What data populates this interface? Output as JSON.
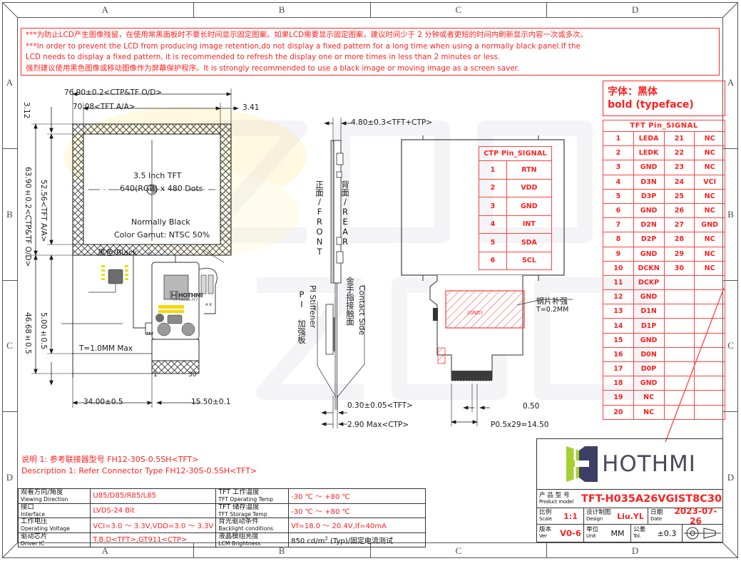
{
  "frame": {
    "zones_top": [
      "A",
      "B",
      "C",
      "D"
    ],
    "zones_bottom": [
      "A",
      "B",
      "C",
      "D"
    ],
    "zones_left": [
      "A",
      "B",
      "C",
      "D"
    ],
    "zones_right": [
      "A",
      "B",
      "C",
      "D"
    ]
  },
  "warning": {
    "line1_cn": "***为防止LCD产生图像残留，在使用常黑面板时不要长时间显示固定图案。如果LCD需要显示固定图案，建议时间少于 2 分钟或者更短的时间内刷新显示内容一次或多次。",
    "line2_en": "***In order to prevent the LCD from producing image retention,do not display a fixed pattern for a long time when using a normally black panel.If the",
    "line3_en": "  LCD needs to display a fixed pattern, it is recommended to refresh the display one or more times in less than 2 minutes or less.",
    "line4_mix": "强烈建议使用黑色图像或移动图像作为屏幕保护程序。It is strongly recommended to use a black image or moving image as a screen saver."
  },
  "font_note": {
    "line_cn": "字体：黑体",
    "line_en": "bold (typeface)"
  },
  "tft_pin_table": {
    "header": "TFT Pin_SIGNAL",
    "rows": [
      {
        "n1": "1",
        "s1": "LEDA",
        "n2": "21",
        "s2": "NC"
      },
      {
        "n1": "2",
        "s1": "LEDK",
        "n2": "22",
        "s2": "NC"
      },
      {
        "n1": "3",
        "s1": "GND",
        "n2": "23",
        "s2": "NC"
      },
      {
        "n1": "4",
        "s1": "D3N",
        "n2": "24",
        "s2": "VCI"
      },
      {
        "n1": "5",
        "s1": "D3P",
        "n2": "25",
        "s2": "NC"
      },
      {
        "n1": "6",
        "s1": "GND",
        "n2": "26",
        "s2": "NC"
      },
      {
        "n1": "7",
        "s1": "D2N",
        "n2": "27",
        "s2": "GND"
      },
      {
        "n1": "8",
        "s1": "D2P",
        "n2": "28",
        "s2": "NC"
      },
      {
        "n1": "9",
        "s1": "GND",
        "n2": "29",
        "s2": "NC"
      },
      {
        "n1": "10",
        "s1": "DCKN",
        "n2": "30",
        "s2": "NC"
      },
      {
        "n1": "11",
        "s1": "DCKP",
        "n2": "",
        "s2": ""
      },
      {
        "n1": "12",
        "s1": "GND",
        "n2": "",
        "s2": ""
      },
      {
        "n1": "13",
        "s1": "D1N",
        "n2": "",
        "s2": ""
      },
      {
        "n1": "14",
        "s1": "D1P",
        "n2": "",
        "s2": ""
      },
      {
        "n1": "15",
        "s1": "GND",
        "n2": "",
        "s2": ""
      },
      {
        "n1": "16",
        "s1": "D0N",
        "n2": "",
        "s2": ""
      },
      {
        "n1": "17",
        "s1": "D0P",
        "n2": "",
        "s2": ""
      },
      {
        "n1": "18",
        "s1": "GND",
        "n2": "",
        "s2": ""
      },
      {
        "n1": "19",
        "s1": "NC",
        "n2": "",
        "s2": ""
      },
      {
        "n1": "20",
        "s1": "NC",
        "n2": "",
        "s2": ""
      }
    ]
  },
  "ctp_pin_table": {
    "header": "CTP Pin_SIGNAL",
    "rows": [
      {
        "n": "1",
        "s": "RTN"
      },
      {
        "n": "2",
        "s": "VDD"
      },
      {
        "n": "3",
        "s": "GND"
      },
      {
        "n": "4",
        "s": "INT"
      },
      {
        "n": "5",
        "s": "SDA"
      },
      {
        "n": "6",
        "s": "SCL"
      }
    ]
  },
  "front_view": {
    "dim_width_od": "76.90±0.2<CTP&TF O/D>",
    "dim_width_aa": "70.08<TFT A/A>",
    "dim_right_off": "3.41",
    "dim_left_off": "3.12",
    "dim_height_od": "63.90±0.2<CTP&TF O/D>",
    "dim_height_aa": "52.56<TFT A/A>",
    "dim_h1": "46.68±0.5",
    "dim_h2": "5.00±0.5",
    "dim_b1": "34.00±0.5",
    "dim_b2": "15.50±0.1",
    "thickness_note": "T=1.0MM Max",
    "panel_line1": "3.5 Inch TFT",
    "panel_line2": "640(RGB) x 480 Dots",
    "panel_line3": "Normally Black",
    "panel_line4": "Color Gamut: NTSC 50%",
    "panel_line5": "黑色/Black",
    "fpc_pin_start": "1",
    "fpc_pin_end": "30",
    "pcb_logo": "HOTHMI",
    "pcb_sub": "CT PWCB8 AT7",
    "pcb_tft": "TFT",
    "pcb_ak": "A K"
  },
  "side_view": {
    "dim_total": "4.80±0.3<TFT+CTP>",
    "dim_tft": "0.30±0.05<TFT>",
    "dim_ctp": "2.90 Max<CTP>",
    "label_front": "正面/FRONT",
    "label_rear": "背面/REAR",
    "label_stiffener_cn": "PI 加强板",
    "label_stiffener_en": "PI Stiffener",
    "label_contact_cn": "金手指接触面",
    "label_contact_en": "Contact Side"
  },
  "rear_view": {
    "steel_cn": "钢片补强",
    "steel_t": "T=0.2MM",
    "gnd_tag": "(GND)",
    "dim_pitch": "0.50",
    "dim_total_pitch": "P0.5x29=14.50"
  },
  "note1": {
    "cn": "说明 1: 参考联接器型号 FH12-30S-0.5SH<TFT>",
    "en": "Description 1: Refer Connector Type FH12-30S-0.5SH<TFT>"
  },
  "spec_table": {
    "rows": [
      {
        "k1_cn": "观看方向/角度",
        "k1_en": "Viewing Direction",
        "v1": "U85/D85/R85/L85",
        "k2_cn": "TFT 工作温度",
        "k2_en": "TFT Operating Temp",
        "v2": "-30 ℃ ～ +80 ℃"
      },
      {
        "k1_cn": "接口",
        "k1_en": "Interface",
        "v1": "LVDS-24 Bit",
        "k2_cn": "TFT 储存温度",
        "k2_en": "TFT Storage Temp",
        "v2": "-30 ℃ ～ +80 ℃"
      },
      {
        "k1_cn": "工作电压",
        "k1_en": "Operating Voltage",
        "v1": "VCI=3.0 ～ 3.3V,VDD=3.0 ～ 3.3V",
        "k2_cn": "背光驱动条件",
        "k2_en": "Backlight conditions",
        "v2": "Vf=18.0 ～ 20.4V,If=40mA"
      },
      {
        "k1_cn": "驱动芯片",
        "k1_en": "Driver IC",
        "v1": "T.B.D<TFT>,GT911<CTP>",
        "k2_cn": "液晶模组亮度",
        "k2_en": "LCM Brightness",
        "v2": "850 cd/m2 (Typ)/固定电流测试"
      }
    ]
  },
  "title_block": {
    "brand": "HOTHMI",
    "model_k_cn": "产 品 型 号",
    "model_k_en": "Product model",
    "model_v": "TFT-H035A26VGIST8C30",
    "scale_k_cn": "比例",
    "scale_k_en": "Scale",
    "scale_v": "1:1",
    "design_k_cn": "设计制图",
    "design_k_en": "Design",
    "design_v": "Liu.YL",
    "date_k_cn": "日期",
    "date_k_en": "Date",
    "date_v": "2023-07-26",
    "ver_k_cn": "版本",
    "ver_k_en": "Ver",
    "ver_v": "V0-6",
    "unit_k_cn": "单位",
    "unit_k_en": "Unit",
    "unit_v": "MM",
    "tol_k_cn": "公差",
    "tol_k_en": "Tol.",
    "tol_v": "±0.3"
  },
  "colors": {
    "red": "#ff2020",
    "frame": "#555555",
    "logo_green": "#a5d032",
    "logo_navy": "#3d3f64"
  }
}
